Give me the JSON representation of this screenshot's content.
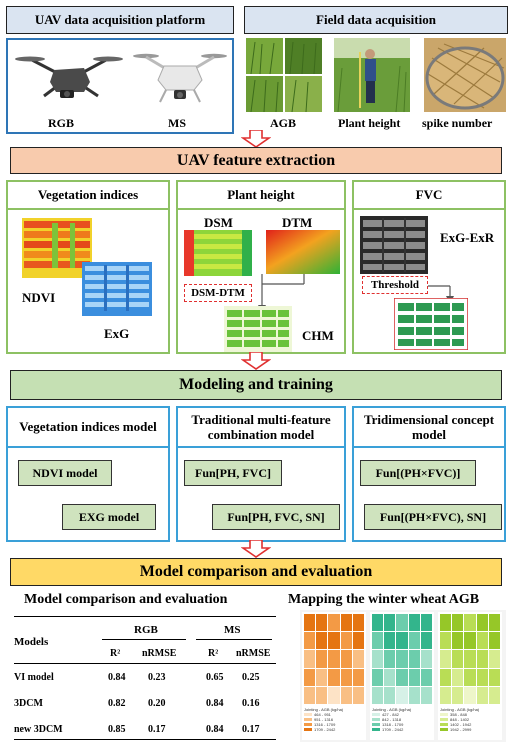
{
  "top": {
    "uav_platform_title": "UAV data acquisition platform",
    "field_title": "Field data acquisition",
    "rgb_label": "RGB",
    "ms_label": "MS",
    "agb_label": "AGB",
    "plant_height_label": "Plant height",
    "spike_label": "spike number"
  },
  "feature": {
    "title": "UAV feature extraction",
    "vi_title": "Vegetation indices",
    "ndvi_label": "NDVI",
    "exg_label": "ExG",
    "ph_title": "Plant height",
    "dsm_label": "DSM",
    "dtm_label": "DTM",
    "dsm_dtm_label": "DSM-DTM",
    "chm_label": "CHM",
    "fvc_title": "FVC",
    "exg_exr_label": "ExG-ExR",
    "threshold_label": "Threshold"
  },
  "modeling": {
    "title": "Modeling and training",
    "vi_model_title": "Vegetation indices model",
    "trad_title_line1": "Traditional multi-feature",
    "trad_title_line2": "combination model",
    "tri_title_line1": "Tridimensional concept",
    "tri_title_line2": "model",
    "ndvi_model": "NDVI model",
    "exg_model": "EXG model",
    "fun_ph_fvc": "Fun[PH, FVC]",
    "fun_ph_fvc_sn": "Fun[PH, FVC, SN]",
    "fun_phxfvc": "Fun[(PH×FVC)]",
    "fun_phxfvc_sn": "Fun[(PH×FVC), SN]"
  },
  "comparison": {
    "title": "Model comparison and evaluation",
    "table_title": "Model comparison and evaluation",
    "map_title": "Mapping the winter wheat AGB",
    "table": {
      "models_header": "Models",
      "group_rgb": "RGB",
      "group_ms": "MS",
      "sub_headers": [
        "R²",
        "nRMSE",
        "R²",
        "nRMSE"
      ],
      "rows": [
        {
          "model": "VI model",
          "values": [
            "0.84",
            "0.23",
            "0.65",
            "0.25"
          ]
        },
        {
          "model": "3DCM",
          "values": [
            "0.82",
            "0.20",
            "0.84",
            "0.16"
          ]
        },
        {
          "model": "new 3DCM",
          "values": [
            "0.85",
            "0.17",
            "0.84",
            "0.17"
          ]
        }
      ]
    },
    "maps": [
      {
        "legend_title": "Jointing - AGB (kg/ha)",
        "classes": [
          "464 - 951",
          "951 - 1316",
          "1316 - 1709",
          "1709 - 2442"
        ],
        "colors": [
          "#fde3c6",
          "#f9bf84",
          "#f39a45",
          "#e57512"
        ]
      },
      {
        "legend_title": "Jointing - AGB (kg/ha)",
        "classes": [
          "427 - 842",
          "842 - 1318",
          "1318 - 1709",
          "1709 - 2442"
        ],
        "colors": [
          "#d6f1e7",
          "#a6e1cb",
          "#6ccdac",
          "#33b58c"
        ]
      },
      {
        "legend_title": "Jointing - AGB (kg/ha)",
        "classes": [
          "358 - 848",
          "848 - 1402",
          "1402 - 1942",
          "1942 - 2999"
        ],
        "colors": [
          "#eef6c9",
          "#d6ec8f",
          "#b9dd55",
          "#96c728"
        ]
      }
    ]
  },
  "colors": {
    "blue_box": "#2e75b6",
    "green_box": "#8dc163",
    "header_fill": "#dae4f1",
    "peach_fill": "#f8cbad",
    "green_fill": "#c5e0b3",
    "yellow_fill": "#ffd966",
    "arrow_red": "#e03030"
  }
}
